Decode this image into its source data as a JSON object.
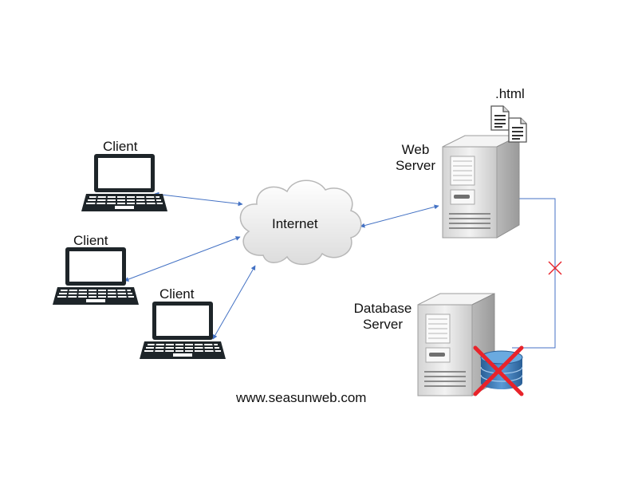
{
  "diagram": {
    "clients": [
      {
        "label": "Client"
      },
      {
        "label": "Client"
      },
      {
        "label": "Client"
      }
    ],
    "internet_label": "Internet",
    "web_server_label_line1": "Web",
    "web_server_label_line2": "Server",
    "database_server_label_line1": "Database",
    "database_server_label_line2": "Server",
    "file_label": ".html",
    "footer_url": "www.seasunweb.com"
  },
  "colors": {
    "connector": "#4472c4",
    "error_mark": "#e8232a",
    "laptop_body": "#1e2529",
    "server_shell": "#e4e4e4",
    "database_blue": "#3b7fbf"
  },
  "icons": [
    "laptop-icon",
    "cloud-icon",
    "server-icon",
    "html-file-icon",
    "database-icon",
    "error-x-icon"
  ]
}
